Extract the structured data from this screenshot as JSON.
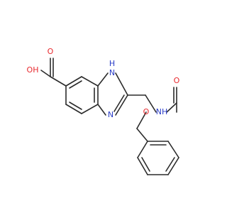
{
  "molecule": {
    "atoms": {
      "oh": {
        "symbol": "O",
        "text": "OH",
        "color": "#e8292e"
      },
      "o_carbonyl_acid": {
        "symbol": "O",
        "text": "O",
        "color": "#e8292e"
      },
      "n_h": {
        "symbol": "N",
        "text": "H\nN",
        "color": "#2b3ec8"
      },
      "n_ring": {
        "symbol": "N",
        "text": "N",
        "color": "#2b3ec8"
      },
      "nh_carbamate": {
        "symbol": "N",
        "text": "NH",
        "color": "#2b3ec8"
      },
      "o_carbamate_carbonyl": {
        "symbol": "O",
        "text": "O",
        "color": "#e8292e"
      },
      "o_ester": {
        "symbol": "O",
        "text": "O",
        "color": "#e8292e"
      }
    },
    "label_texts": {
      "oh": "OH",
      "o1": "O",
      "nh_top": "H",
      "n_top": "N",
      "n_bottom": "N",
      "nh_side": "NH",
      "o_carbonyl": "O",
      "o_ester": "O"
    },
    "colors": {
      "bond": "#2b2b2b",
      "oxygen": "#e8292e",
      "nitrogen": "#2b3ec8"
    }
  }
}
